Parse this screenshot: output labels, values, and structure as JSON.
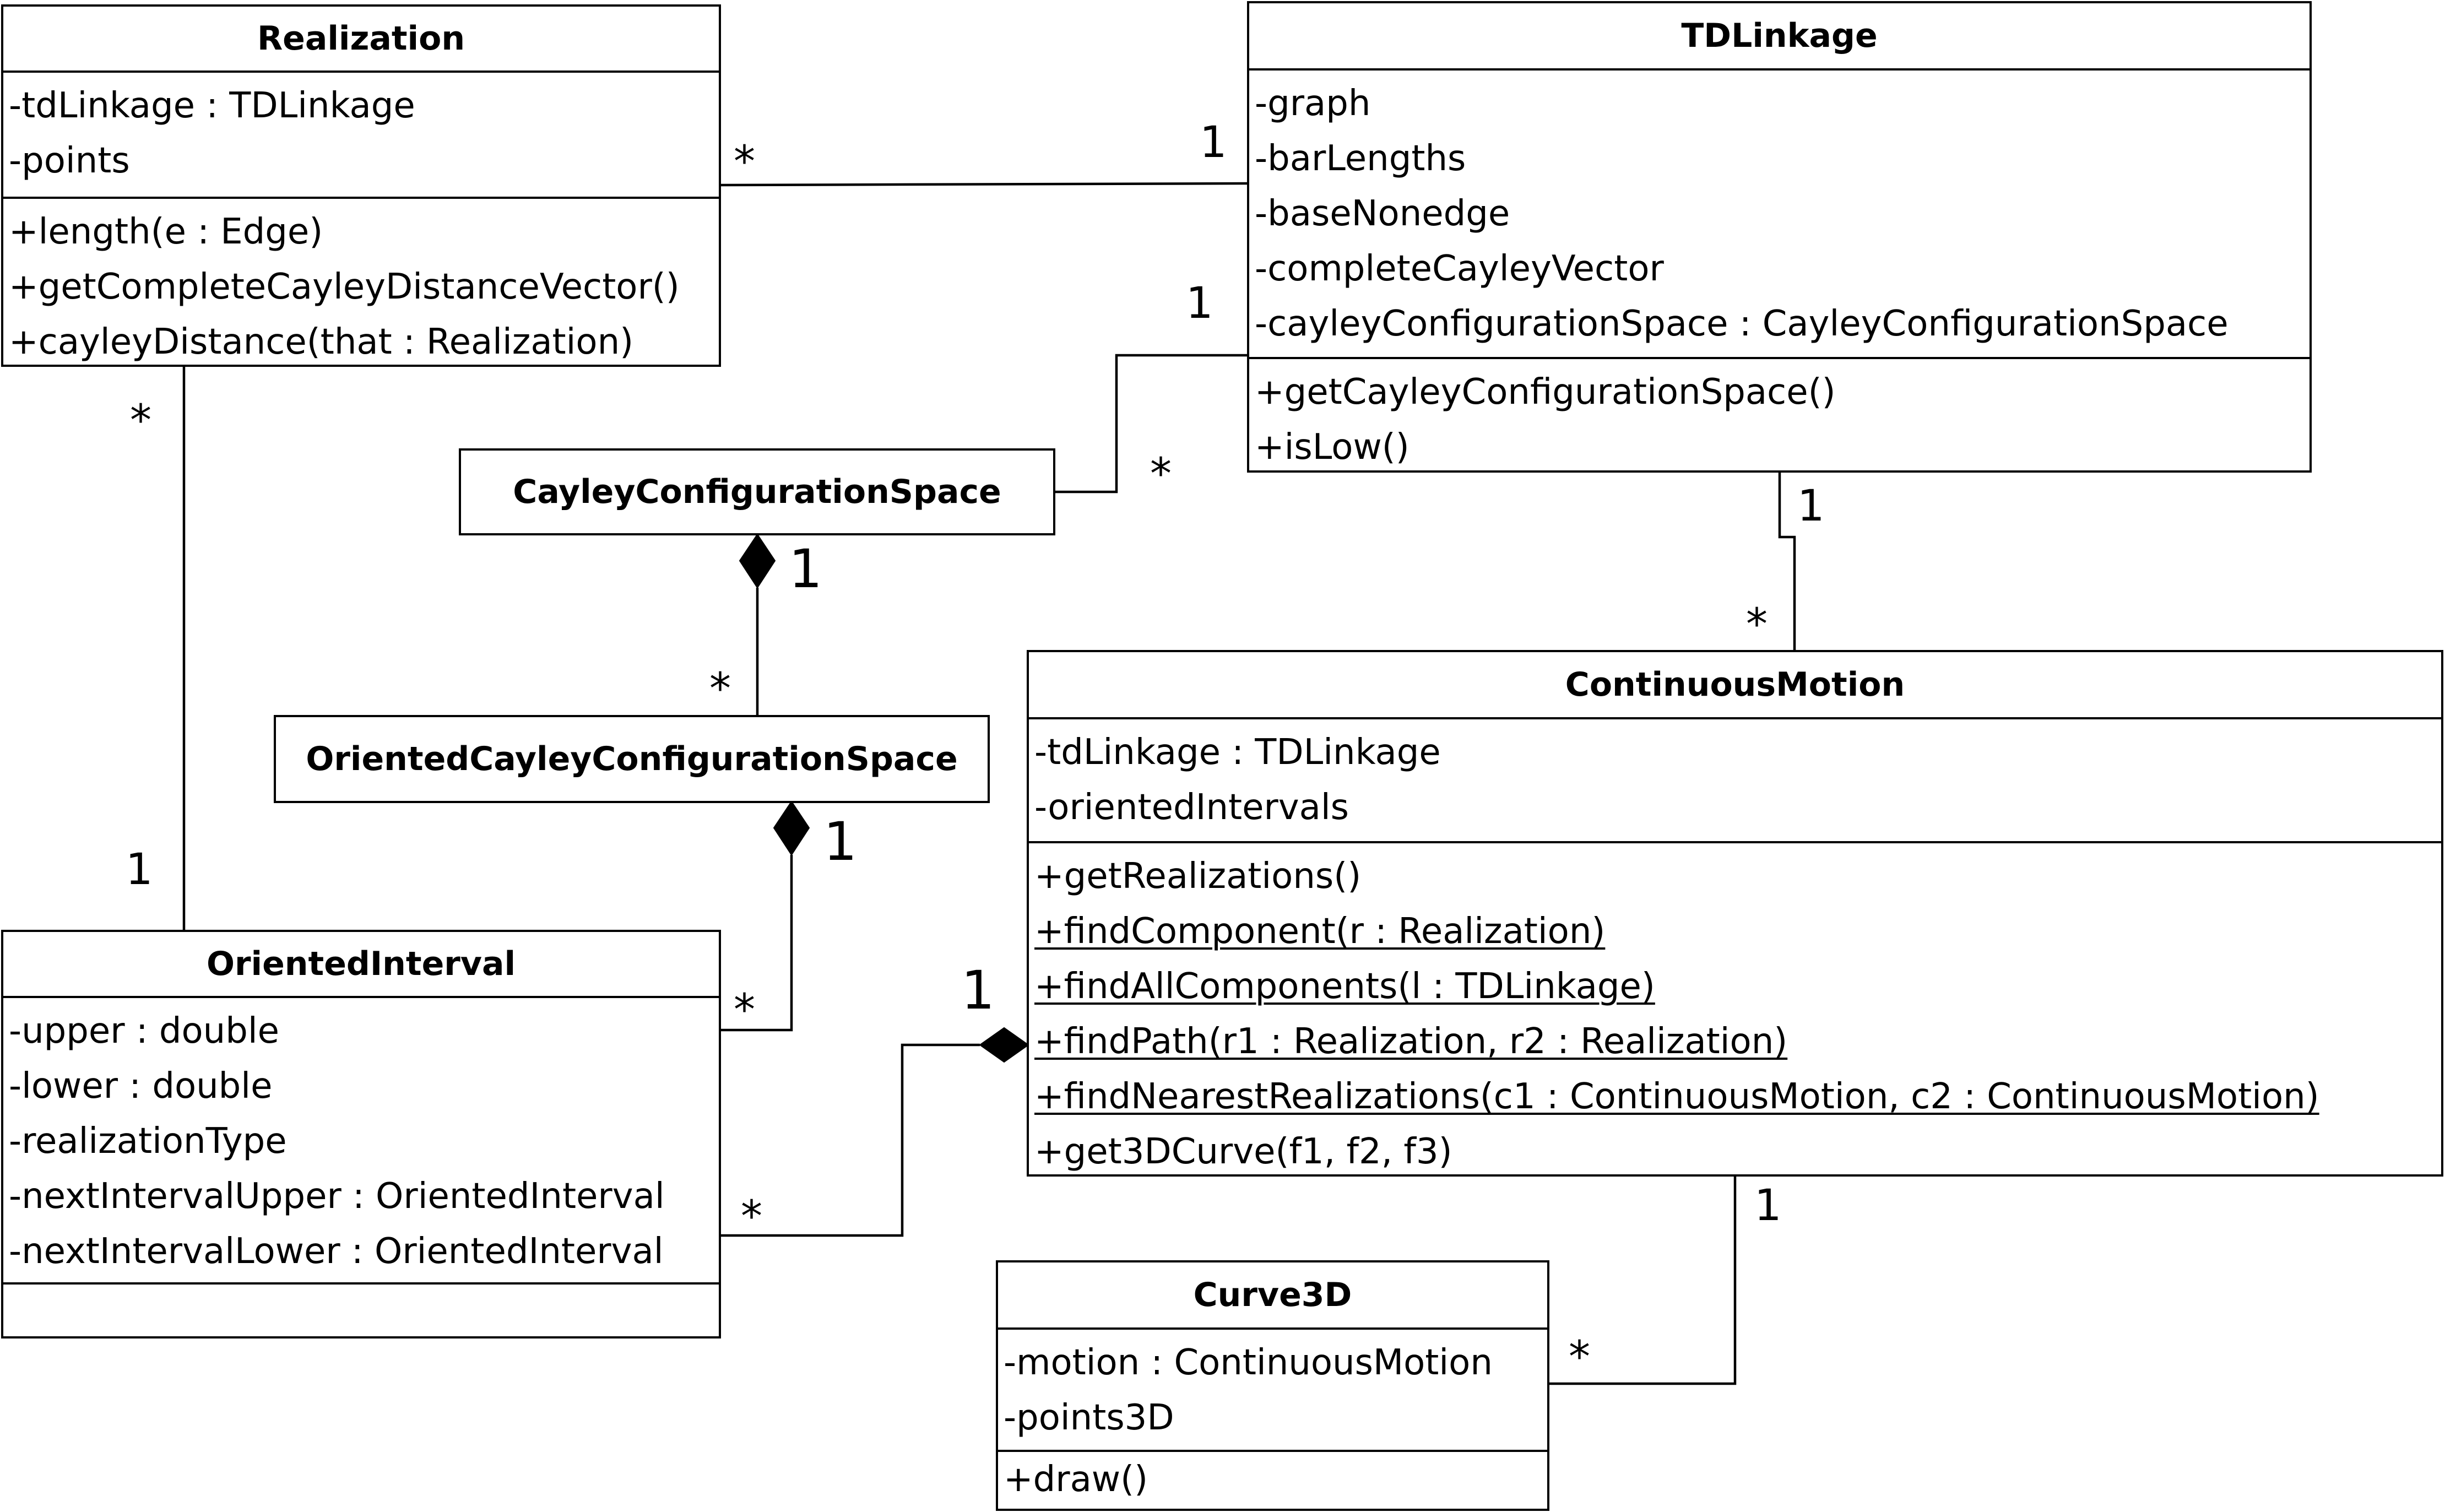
{
  "classes": {
    "realization": {
      "name": "Realization",
      "attributes": [
        "-tdLinkage : TDLinkage",
        "-points"
      ],
      "operations": [
        {
          "text": "+length(e : Edge)",
          "static": false
        },
        {
          "text": "+getCompleteCayleyDistanceVector()",
          "static": false
        },
        {
          "text": "+cayleyDistance(that : Realization)",
          "static": false
        }
      ]
    },
    "tdlinkage": {
      "name": "TDLinkage",
      "attributes": [
        "-graph",
        "-barLengths",
        "-baseNonedge",
        "-completeCayleyVector",
        "-cayleyConfigurationSpace : CayleyConfigurationSpace"
      ],
      "operations": [
        {
          "text": "+getCayleyConfigurationSpace()",
          "static": false
        },
        {
          "text": "+isLow()",
          "static": false
        }
      ]
    },
    "ccs": {
      "name": "CayleyConfigurationSpace"
    },
    "occs": {
      "name": "OrientedCayleyConfigurationSpace"
    },
    "orientedinterval": {
      "name": "OrientedInterval",
      "attributes": [
        "-upper : double",
        "-lower : double",
        "-realizationType",
        "-nextIntervalUpper : OrientedInterval",
        "-nextIntervalLower : OrientedInterval"
      ],
      "operations": []
    },
    "continuousmotion": {
      "name": "ContinuousMotion",
      "attributes": [
        "-tdLinkage : TDLinkage",
        "-orientedIntervals"
      ],
      "operations": [
        {
          "text": "+getRealizations()",
          "static": false
        },
        {
          "text": "+findComponent(r : Realization)",
          "static": true
        },
        {
          "text": "+findAllComponents(l : TDLinkage)",
          "static": true
        },
        {
          "text": "+findPath(r1 : Realization, r2 : Realization)",
          "static": true
        },
        {
          "text": "+findNearestRealizations(c1 : ContinuousMotion, c2 : ContinuousMotion)",
          "static": true
        },
        {
          "text": "+get3DCurve(f1, f2, f3)",
          "static": false
        }
      ]
    },
    "curve3d": {
      "name": "Curve3D",
      "attributes": [
        "-motion : ContinuousMotion",
        "-points3D"
      ],
      "operations": [
        {
          "text": "+draw()",
          "static": false
        }
      ]
    }
  },
  "multiplicities": {
    "real_td_star": "*",
    "real_td_one": "1",
    "td_ccs_one": "1",
    "td_ccs_star": "*",
    "td_cm_one": "1",
    "td_cm_star": "*",
    "ccs_occs_one": "1",
    "ccs_occs_star": "*",
    "real_oi_star": "*",
    "real_oi_one": "1",
    "occs_oi_one": "1",
    "occs_oi_star": "*",
    "cm_oi_one": "1",
    "cm_oi_star": "*",
    "cm_curve_one": "1",
    "cm_curve_star": "*"
  }
}
